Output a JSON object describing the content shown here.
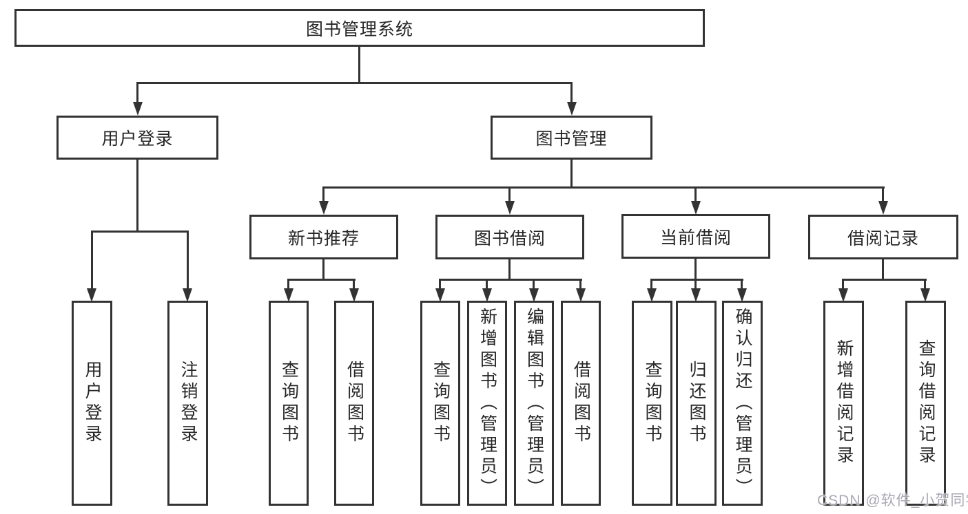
{
  "diagram": {
    "root": {
      "label": "图书管理系统"
    },
    "level1": [
      {
        "label": "用户登录"
      },
      {
        "label": "图书管理"
      }
    ],
    "level2": [
      {
        "label": "新书推荐"
      },
      {
        "label": "图书借阅"
      },
      {
        "label": "当前借阅"
      },
      {
        "label": "借阅记录"
      }
    ],
    "leaves": {
      "user_login": [
        "用户登录",
        "注销登录"
      ],
      "new_book": [
        "查询图书",
        "借阅图书"
      ],
      "book_borrow": [
        "查询图书",
        "新增图书（管理员）",
        "编辑图书（管理员）",
        "借阅图书"
      ],
      "current_borrow": [
        "查询图书",
        "归还图书",
        "确认归还（管理员）"
      ],
      "records": [
        "新增借阅记录",
        "查询借阅记录"
      ]
    }
  },
  "watermark": {
    "text": "CSDN @软件_小贺同学"
  },
  "colors": {
    "line": "#333333",
    "box_border": "#333333",
    "text": "#262626",
    "watermark": "#a9a9b4",
    "background": "#ffffff"
  }
}
